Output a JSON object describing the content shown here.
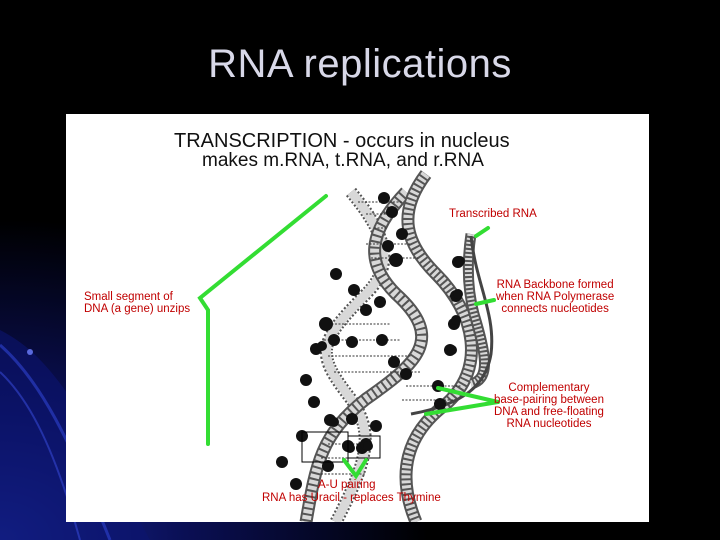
{
  "slide": {
    "title": "RNA replications"
  },
  "figure": {
    "heading_line1": "TRANSCRIPTION - occurs in nucleus",
    "heading_line2": "makes m.RNA, t.RNA, and r.RNA",
    "labels": {
      "transcribed_rna": "Transcribed RNA",
      "small_segment_1": "Small segment of",
      "small_segment_2": "DNA (a gene) unzips",
      "backbone_1": "RNA Backbone formed",
      "backbone_2": "when RNA Polymerase",
      "backbone_3": "connects nucleotides",
      "complementary_1": "Complementary",
      "complementary_2": "base-pairing between",
      "complementary_3": "DNA and free-floating",
      "complementary_4": "RNA nucleotides",
      "au_pairing": "A-U pairing",
      "uracil": "RNA has Uracil - replaces Thymine"
    }
  },
  "colors": {
    "label_red": "#c00000",
    "arrow_green": "#33dd33",
    "strand_grey": "#cfcfcf",
    "base_black": "#111111"
  }
}
